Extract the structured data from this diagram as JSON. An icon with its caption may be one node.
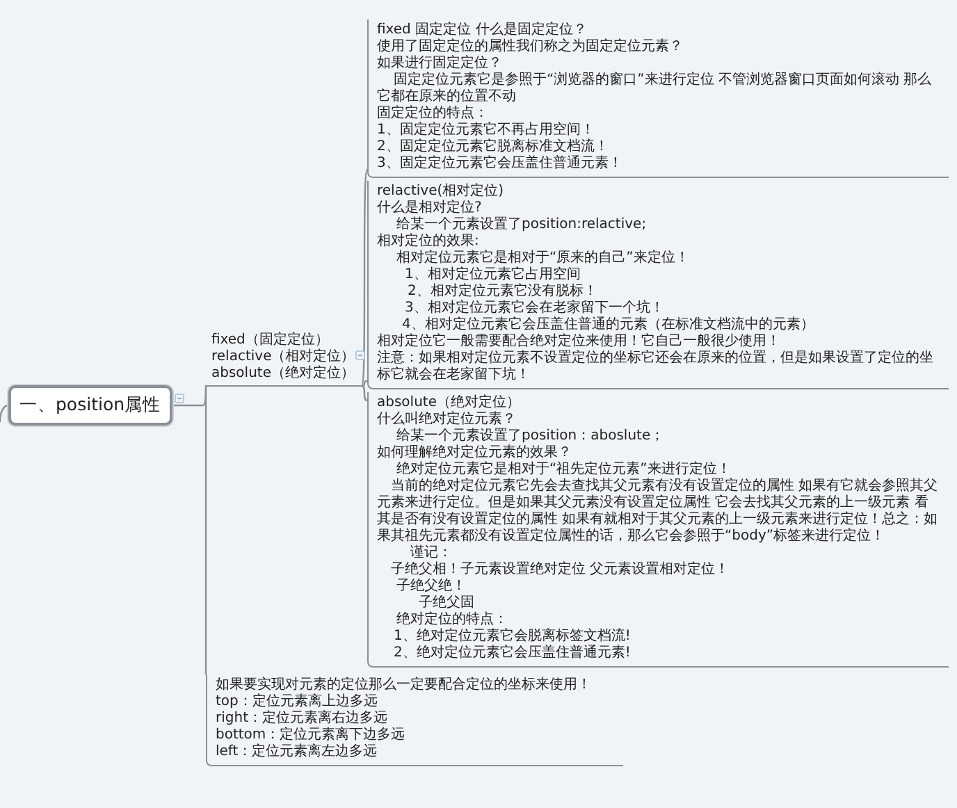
{
  "diagram": {
    "nodes": [
      {
        "text": [
          "一、position属性"
        ]
      },
      {
        "text": [
          "fixed（固定定位）",
          "relactive（相对定位）",
          "absolute（绝对定位）"
        ]
      },
      {
        "text": [
          "fixed 固定定位 什么是固定定位？",
          "使用了固定定位的属性我们称之为固定定位元素？",
          "如果进行固定定位？",
          "固定定位元素它是参照于“浏览器的窗口”来进行定位 不管浏览器窗口页面如何滚动 那么它都在原来的位置不动",
          "固定定位的特点：",
          "1、固定定位元素它不再占用空间！",
          "2、固定定位元素它脱离标准文档流！",
          "3、固定定位元素它会压盖住普通元素！"
        ]
      },
      {
        "text": [
          "relactive(相对定位)",
          "什么是相对定位?",
          "给某一个元素设置了position:relactive;",
          "相对定位的效果:",
          "相对定位元素它是相对于“原来的自己”来定位！",
          "1、相对定位元素它占用空间",
          "2、相对定位元素它没有脱标！",
          "3、相对定位元素它会在老家留下一个坑！",
          "4、相对定位元素它会压盖住普通的元素（在标准文档流中的元素）",
          "相对定位它一般需要配合绝对定位来使用！它自己一般很少使用！",
          "注意：如果相对定位元素不设置定位的坐标它还会在原来的位置，但是如果设置了定位的坐标它就会在老家留下坑！"
        ]
      },
      {
        "text": [
          "absolute（绝对定位）",
          "什么叫绝对定位元素？",
          "给某一个元素设置了position：aboslute；",
          "如何理解绝对定位元素的效果？",
          "绝对定位元素它是相对于“祖先定位元素”来进行定位！",
          "当前的绝对定位元素它先会去查找其父元素有没有设置定位的属性 如果有它就会参照其父元素来进行定位。但是如果其父元素没有设置定位属性 它会去找其父元素的上一级元素 看其是否有没有设置定位的属性 如果有就相对于其父元素的上一级元素来进行定位！总之：如果其祖先元素都没有设置定位属性的话，那么它会参照于“body”标签来进行定位！",
          "谨记：",
          "子绝父相！子元素设置绝对定位 父元素设置相对定位！",
          "子绝父绝！",
          "子绝父固",
          "绝对定位的特点：",
          "1、绝对定位元素它会脱离标签文档流!",
          "2、绝对定位元素它会压盖住普通元素!"
        ]
      },
      {
        "text": [
          "如果要实现对元素的定位那么一定要配合定位的坐标来使用！",
          "top：定位元素离上边多远",
          "right：定位元素离右边多远",
          "bottom：定位元素离下边多远",
          "left：定位元素离左边多远"
        ]
      }
    ],
    "edges": [
      {
        "from": null,
        "to": 0,
        "arrow": "none"
      },
      {
        "from": 0,
        "to": 1,
        "arrow": "none"
      },
      {
        "from": 1,
        "to": 2,
        "arrow": "none"
      },
      {
        "from": 1,
        "to": 3,
        "arrow": "none"
      },
      {
        "from": 1,
        "to": 4,
        "arrow": "none"
      },
      {
        "from": 1,
        "to": 5,
        "arrow": "none"
      }
    ]
  }
}
